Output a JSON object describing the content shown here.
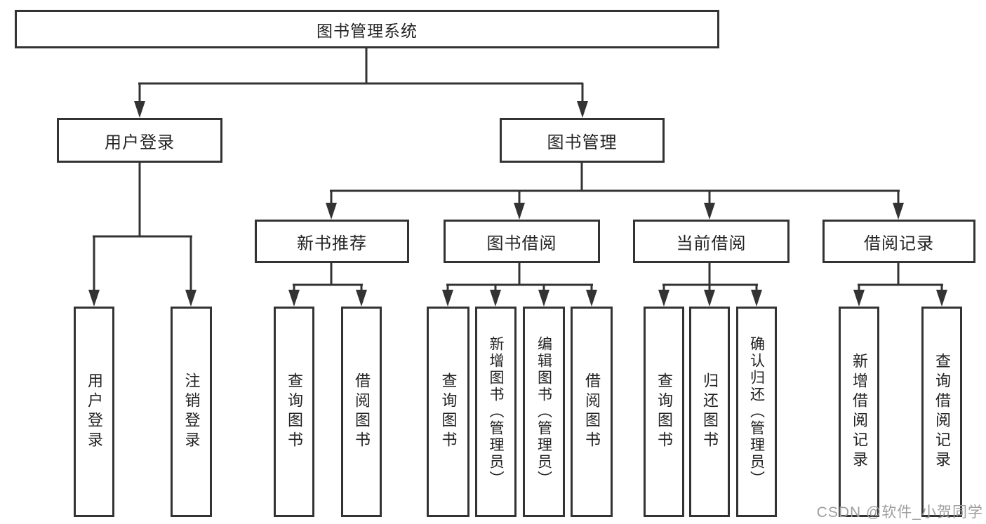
{
  "diagram": {
    "title": "图书管理系统",
    "root": {
      "label": "图书管理系统"
    },
    "level2": [
      {
        "label": "用户登录"
      },
      {
        "label": "图书管理"
      }
    ],
    "level3": [
      {
        "label": "新书推荐",
        "parent": "图书管理"
      },
      {
        "label": "图书借阅",
        "parent": "图书管理"
      },
      {
        "label": "当前借阅",
        "parent": "图书管理"
      },
      {
        "label": "借阅记录",
        "parent": "图书管理"
      }
    ],
    "leaves": [
      {
        "label": "用户登录",
        "parent": "用户登录"
      },
      {
        "label": "注销登录",
        "parent": "用户登录"
      },
      {
        "label": "查询图书",
        "parent": "新书推荐"
      },
      {
        "label": "借阅图书",
        "parent": "新书推荐"
      },
      {
        "label": "查询图书",
        "parent": "图书借阅"
      },
      {
        "label": "新增图书（管理员）",
        "parent": "图书借阅"
      },
      {
        "label": "编辑图书（管理员）",
        "parent": "图书借阅"
      },
      {
        "label": "借阅图书",
        "parent": "图书借阅"
      },
      {
        "label": "查询图书",
        "parent": "当前借阅"
      },
      {
        "label": "归还图书",
        "parent": "当前借阅"
      },
      {
        "label": "确认归还（管理员）",
        "parent": "当前借阅"
      },
      {
        "label": "新增借阅记录",
        "parent": "借阅记录"
      },
      {
        "label": "查询借阅记录",
        "parent": "借阅记录"
      }
    ]
  },
  "watermark": {
    "text": "CSDN @软件_小贺同学"
  },
  "colors": {
    "line": "#333333",
    "box_border": "#333333",
    "text": "#222222",
    "watermark": "#9e9e9e",
    "background": "#ffffff"
  }
}
